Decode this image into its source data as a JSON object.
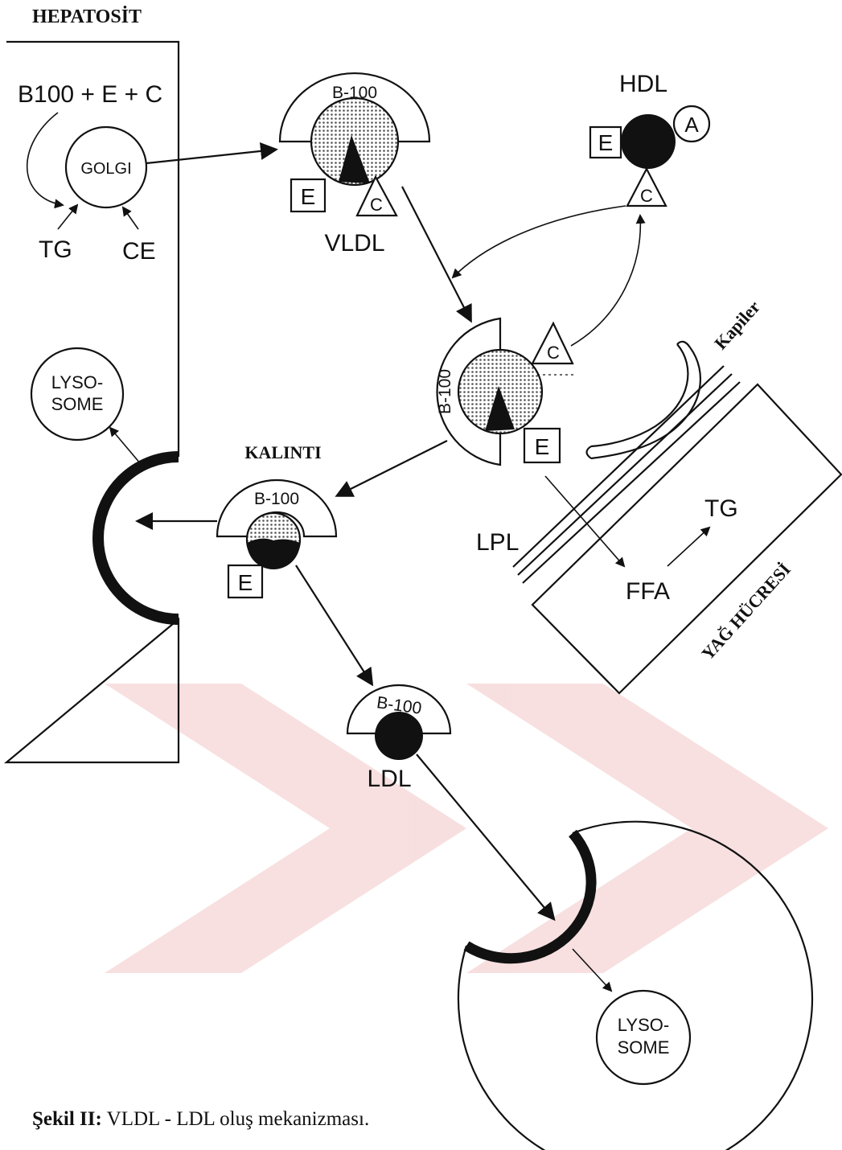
{
  "watermark_color": "#f3c6c6",
  "dot_fill_color": "#bfbfbf",
  "hepatocyte": {
    "title": "HEPATOSİT",
    "precursor_formula": "B100 + E + C",
    "golgi_label": "GOLGI",
    "tg_label": "TG",
    "ce_label": "CE",
    "lysosome_label_line1": "LYSO-",
    "lysosome_label_line2": "SOME"
  },
  "vldl": {
    "apo_b_label": "B-100",
    "apo_e_label": "E",
    "apo_c_label": "C",
    "name": "VLDL"
  },
  "hdl": {
    "name": "HDL",
    "apo_e_label": "E",
    "apo_a_label": "A",
    "apo_c_label": "C"
  },
  "intermediate": {
    "apo_b_label": "B-100",
    "apo_c_label": "C",
    "apo_e_label": "E"
  },
  "remnant": {
    "name": "KALINTI",
    "apo_b_label": "B-100",
    "apo_e_label": "E"
  },
  "ldl": {
    "apo_b_label": "B-100",
    "name": "LDL"
  },
  "adipose": {
    "capillary_label": "Kapiler",
    "lpl_label": "LPL",
    "ffa_label": "FFA",
    "tg_label": "TG",
    "cell_label": "YAĞ HÜCRESİ"
  },
  "peripheral_cell": {
    "lysosome_label_line1": "LYSO-",
    "lysosome_label_line2": "SOME"
  },
  "caption": {
    "prefix": "Şekil II:",
    "text": "VLDL - LDL oluş mekanizması."
  }
}
